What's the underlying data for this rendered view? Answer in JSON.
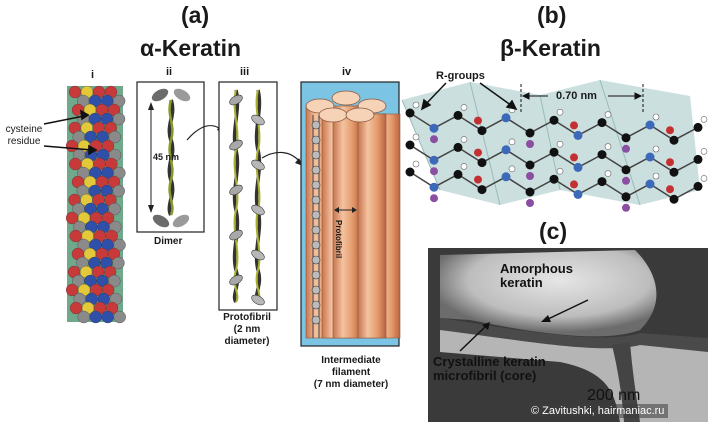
{
  "panel_a": {
    "letter": "(a)",
    "title": "α-Keratin",
    "sub_i": "i",
    "sub_ii": "ii",
    "sub_iii": "iii",
    "sub_iv": "iv",
    "cysteine_line1": "cysteine",
    "cysteine_line2": "residue",
    "length": "45 nm",
    "dimer": "Dimer",
    "protofibril_rot": "Protofibril",
    "protofibril_l1": "Protofibril",
    "protofibril_l2": "(2 nm",
    "protofibril_l3": "diameter)",
    "filament_l1": "Intermediate",
    "filament_l2": "filament",
    "filament_l3": "(7 nm diameter)"
  },
  "panel_b": {
    "letter": "(b)",
    "title": "β-Keratin",
    "rgroups": "R-groups",
    "spacing": "0.70 nm"
  },
  "panel_c": {
    "letter": "(c)",
    "amorphous_l1": "Amorphous",
    "amorphous_l2": "keratin",
    "crystalline_l1": "Crystalline keratin",
    "crystalline_l2": "microfibril (core)",
    "scale": "200 nm"
  },
  "credit": "© Zavitushki, hairmaniac.ru",
  "colors": {
    "helix_bg": "#6fa88a",
    "filament_bg": "#7cc4e4",
    "rod": "#e9a47a",
    "sheet": "#b9d4d4"
  }
}
